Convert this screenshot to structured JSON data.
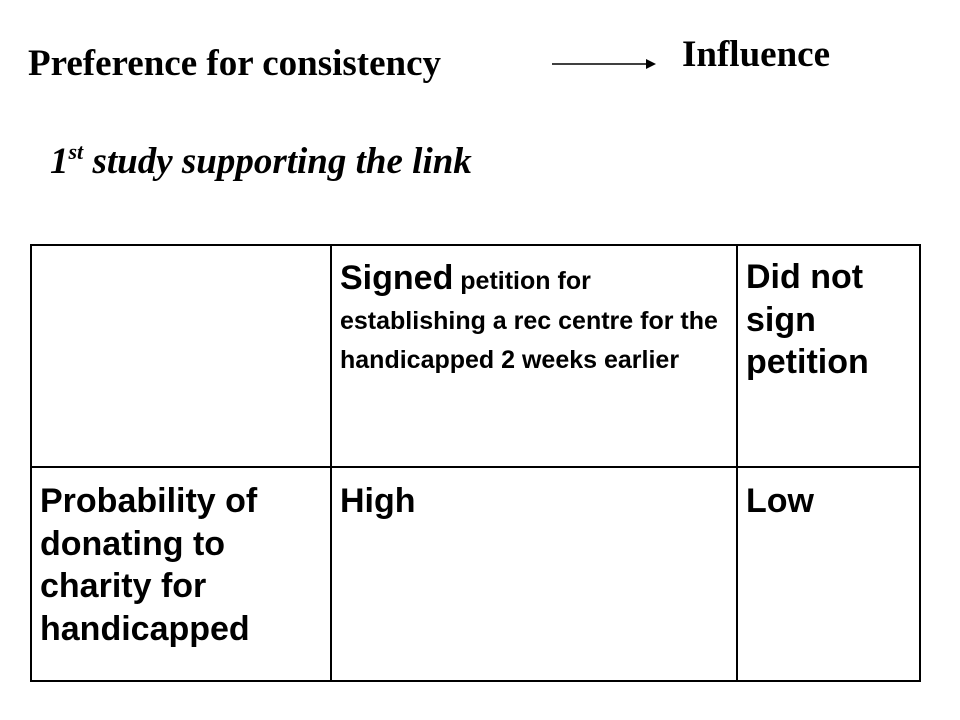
{
  "heading": {
    "left_text": "Preference for consistency",
    "arrow_icon": "right-arrow",
    "right_text": "Influence"
  },
  "subtitle": {
    "ordinal": "1",
    "ordinal_suffix": "st",
    "text": " study supporting the link"
  },
  "table": {
    "header": {
      "empty_cell": "",
      "col1_lead": "Signed",
      "col1_rest": " petition for establishing a rec centre for the handicapped 2 weeks earlier",
      "col2": "Did not sign petition"
    },
    "row": {
      "label": "Probability of donating to charity for handicapped",
      "col1_value": "High",
      "col2_value": "Low"
    }
  }
}
